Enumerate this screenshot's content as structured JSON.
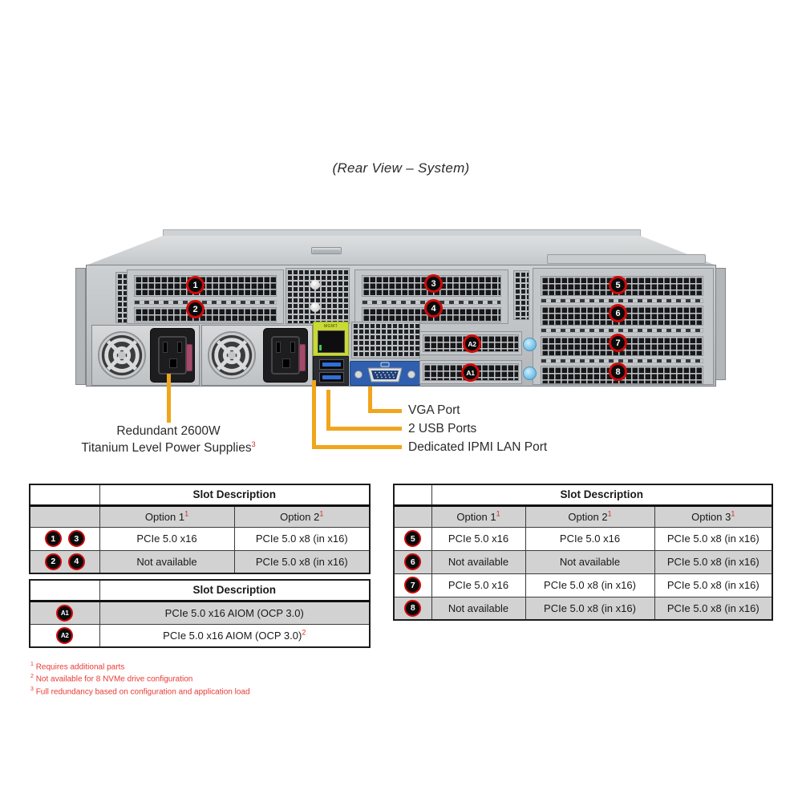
{
  "title": "(Rear View – System)",
  "server": {
    "mgmt_label": "MGMT",
    "callouts": [
      "1",
      "2",
      "3",
      "4",
      "5",
      "6",
      "7",
      "8",
      "A1",
      "A2"
    ]
  },
  "port_labels": {
    "vga": "VGA Port",
    "usb": "2 USB Ports",
    "ipmi": "Dedicated IPMI LAN Port"
  },
  "psu_label": {
    "line1": "Redundant 2600W",
    "line2": "Titanium Level Power Supplies",
    "sup": "3"
  },
  "tables": {
    "pcie14": {
      "title": "Slot Description",
      "options": [
        {
          "text": "Option 1",
          "sup": "1"
        },
        {
          "text": "Option 2",
          "sup": "1"
        }
      ],
      "rows": [
        {
          "badges": [
            "1",
            "3"
          ],
          "cells": [
            "PCIe 5.0 x16",
            "PCIe 5.0 x8 (in x16)"
          ]
        },
        {
          "badges": [
            "2",
            "4"
          ],
          "cells": [
            "Not available",
            "PCIe 5.0 x8 (in x16)"
          ]
        }
      ]
    },
    "aiom": {
      "title": "Slot Description",
      "rows": [
        {
          "badge": "A1",
          "text": "PCIe 5.0 x16 AIOM (OCP 3.0)",
          "sup": ""
        },
        {
          "badge": "A2",
          "text": "PCIe 5.0 x16 AIOM (OCP 3.0)",
          "sup": "2"
        }
      ]
    },
    "pcie58": {
      "title": "Slot Description",
      "options": [
        {
          "text": "Option 1",
          "sup": "1"
        },
        {
          "text": "Option 2",
          "sup": "1"
        },
        {
          "text": "Option 3",
          "sup": "1"
        }
      ],
      "rows": [
        {
          "badge": "5",
          "cells": [
            "PCIe 5.0 x16",
            "PCIe 5.0 x16",
            "PCIe 5.0 x8 (in x16)"
          ]
        },
        {
          "badge": "6",
          "cells": [
            "Not available",
            "Not available",
            "PCIe 5.0 x8 (in x16)"
          ]
        },
        {
          "badge": "7",
          "cells": [
            "PCIe 5.0 x16",
            "PCIe 5.0 x8 (in x16)",
            "PCIe 5.0 x8 (in x16)"
          ]
        },
        {
          "badge": "8",
          "cells": [
            "Not available",
            "PCIe 5.0 x8 (in x16)",
            "PCIe 5.0 x8 (in x16)"
          ]
        }
      ]
    }
  },
  "footnotes": [
    {
      "sup": "1",
      "text": "Requires additional parts"
    },
    {
      "sup": "2",
      "text": "Not available for 8 NVMe drive configuration"
    },
    {
      "sup": "3",
      "text": "Full redundancy based on configuration and application load"
    }
  ],
  "colors": {
    "callout_line_orange": "#F1A51C",
    "callout_ring_red": "#CF0A0A",
    "footnote_red": "#E83A34",
    "ipmi_bezel_green": "#C8DA33",
    "vga_panel_blue": "#2F5FAE",
    "thumbscrew_blue": "#7CC4E8",
    "table_shade_gray": "#D2D2D2"
  }
}
